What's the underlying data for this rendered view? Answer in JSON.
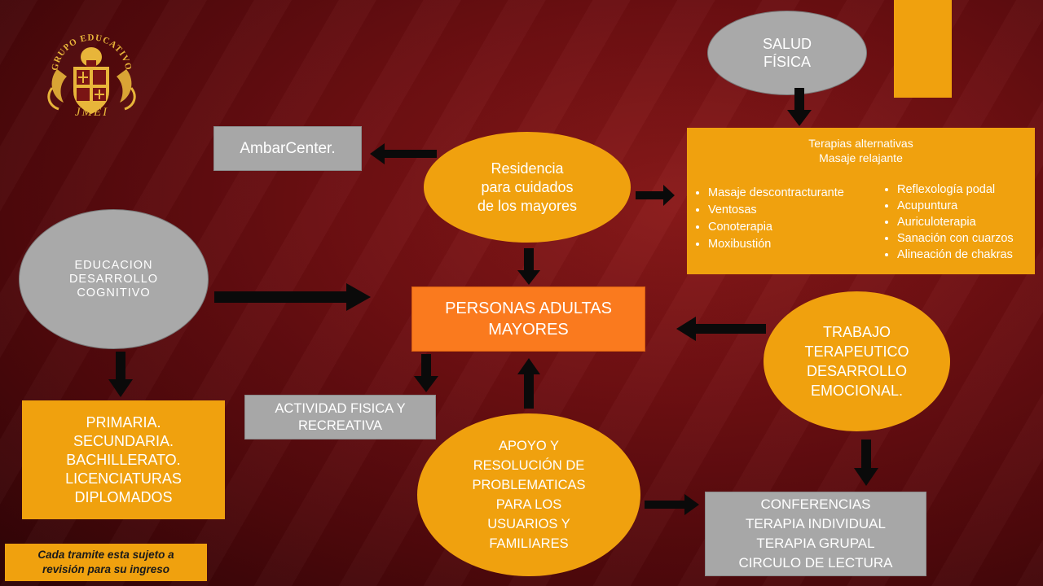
{
  "logo": {
    "arc_text": "GRUPO EDUCATIVO",
    "bottom_text": "JMEI"
  },
  "nodes": {
    "salud": [
      "SALUD",
      "FÍSICA"
    ],
    "terapias": {
      "title_lines": [
        "Terapias alternativas",
        "Masaje relajante"
      ],
      "left_list": [
        "Masaje descontracturante",
        "Ventosas",
        "Conoterapia",
        "Moxibustión"
      ],
      "right_list": [
        "Reflexología podal",
        "Acupuntura",
        "Auriculoterapia",
        "Sanación con cuarzos",
        "Alineación de chakras"
      ]
    },
    "ambar": "AmbarCenter.",
    "residencia": [
      "Residencia",
      "para cuidados",
      "de los mayores"
    ],
    "educacion": [
      "EDUCACION",
      "DESARROLLO",
      "COGNITIVO"
    ],
    "personas": [
      "PERSONAS ADULTAS",
      "MAYORES"
    ],
    "trabajo": [
      "TRABAJO",
      "TERAPEUTICO",
      "DESARROLLO",
      "EMOCIONAL."
    ],
    "primaria": [
      "PRIMARIA.",
      "SECUNDARIA.",
      "BACHILLERATO.",
      "LICENCIATURAS",
      "DIPLOMADOS"
    ],
    "actividad": [
      "ACTIVIDAD FISICA Y",
      "RECREATIVA"
    ],
    "apoyo": [
      "APOYO Y",
      "RESOLUCIÓN DE",
      "PROBLEMATICAS",
      "PARA LOS",
      "USUARIOS Y",
      "FAMILIARES"
    ],
    "conferencias": [
      "CONFERENCIAS",
      "TERAPIA INDIVIDUAL",
      "TERAPIA GRUPAL",
      "CIRCULO DE LECTURA"
    ],
    "nota": [
      "Cada tramite esta sujeto a",
      "revisión para su ingreso"
    ]
  },
  "colors": {
    "orange": "#f0a10e",
    "orange_center": "#fa7a1e",
    "gray": "#a9a9a9",
    "arrow": "#0a0a0a",
    "gold": "#e8b53a"
  }
}
